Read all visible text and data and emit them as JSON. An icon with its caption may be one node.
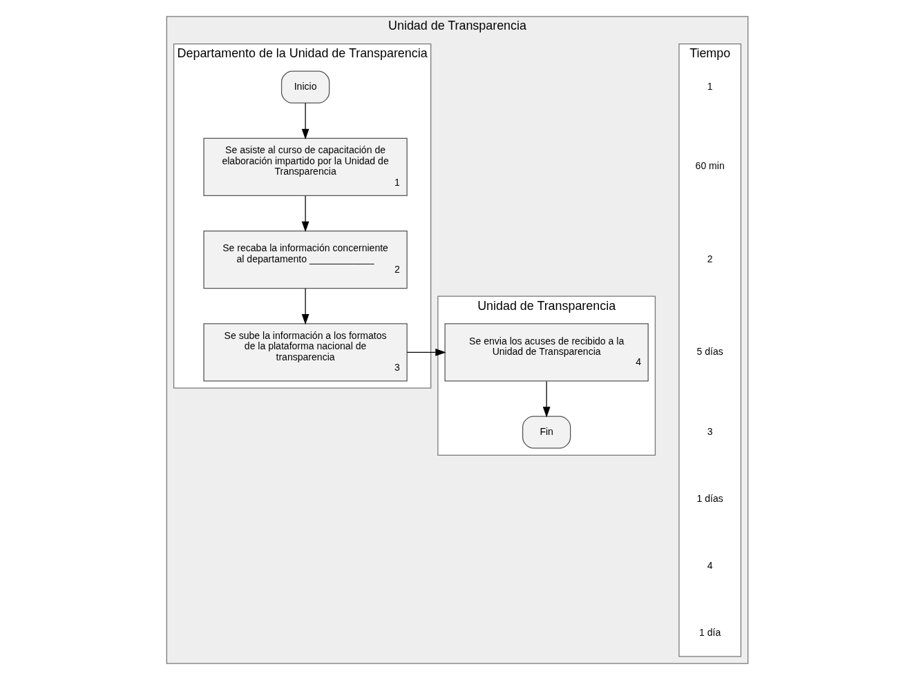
{
  "diagram": {
    "nodes": [
      {
        "text": [
          "Unidad de Transparencia"
        ]
      },
      {
        "text": [
          "Tiempo"
        ],
        "in": 0
      },
      {
        "text": [
          "Departamento de la Unidad de Transparencia"
        ],
        "in": 0
      },
      {
        "text": [
          "Unidad de Transparencia"
        ],
        "in": 0
      },
      {
        "text": [
          "Inicio"
        ],
        "in": 2
      },
      {
        "text": [
          "Se asiste al curso de capacitación de elaboración impartido por la Unidad de Transparencia",
          "1"
        ],
        "in": 2
      },
      {
        "text": [
          "Se recaba la información concerniente al departamento ____________",
          "2"
        ],
        "in": 2
      },
      {
        "text": [
          "Se sube la información a los formatos de la plataforma nacional de transparencia",
          "3"
        ],
        "in": 2
      },
      {
        "text": [
          "Se envia los acuses de recibido a la Unidad de Transparencia",
          "4"
        ],
        "in": 3
      },
      {
        "text": [
          "Fin"
        ],
        "in": 3
      }
    ],
    "edges": [
      {
        "from": 4,
        "to": 5,
        "arrow": "to"
      },
      {
        "from": 5,
        "to": 6,
        "arrow": "to"
      },
      {
        "from": 6,
        "to": 7,
        "arrow": "to"
      },
      {
        "from": 7,
        "to": 8,
        "arrow": "to"
      },
      {
        "from": 8,
        "to": 9,
        "arrow": "to"
      }
    ],
    "labels": [
      "1",
      "60 min",
      "2",
      "5 días",
      "3",
      "1 días",
      "4",
      "1 día"
    ]
  }
}
